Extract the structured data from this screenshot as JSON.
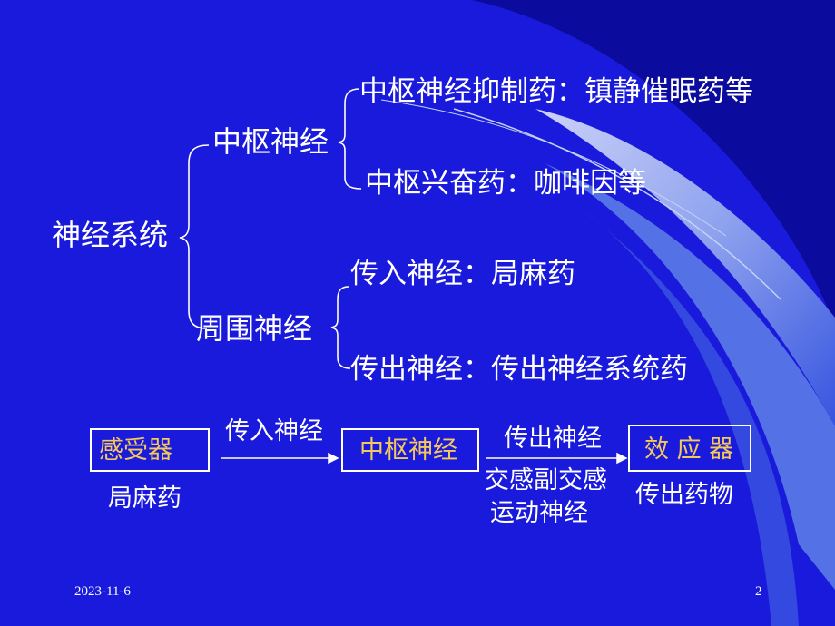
{
  "tree": {
    "root": "神经系统",
    "central": {
      "label": "中枢神经",
      "inhibit": "中枢神经抑制药：镇静催眠药等",
      "excite": "中枢兴奋药：咖啡因等"
    },
    "peripheral": {
      "label": "周围神经",
      "afferent": "传入神经：局麻药",
      "efferent": "传出神经：传出神经系统药"
    }
  },
  "flow": {
    "receptor": "感受器",
    "receptor_drug": "局麻药",
    "afferent_label": "传入神经",
    "center": "中枢神经",
    "efferent_label": "传出神经",
    "efferent_sub1": "交感副交感",
    "efferent_sub2": "运动神经",
    "effector": "效 应 器",
    "effector_drug": "传出药物"
  },
  "footer": {
    "date": "2023-11-6",
    "page": "2"
  },
  "colors": {
    "background": "#1a1adc",
    "text": "#ffffff",
    "box_text": "#f5c85a",
    "swirl_light": "#c4d2f5",
    "swirl_mid": "#5f82e6",
    "swirl_dark": "#0b0b9e"
  }
}
